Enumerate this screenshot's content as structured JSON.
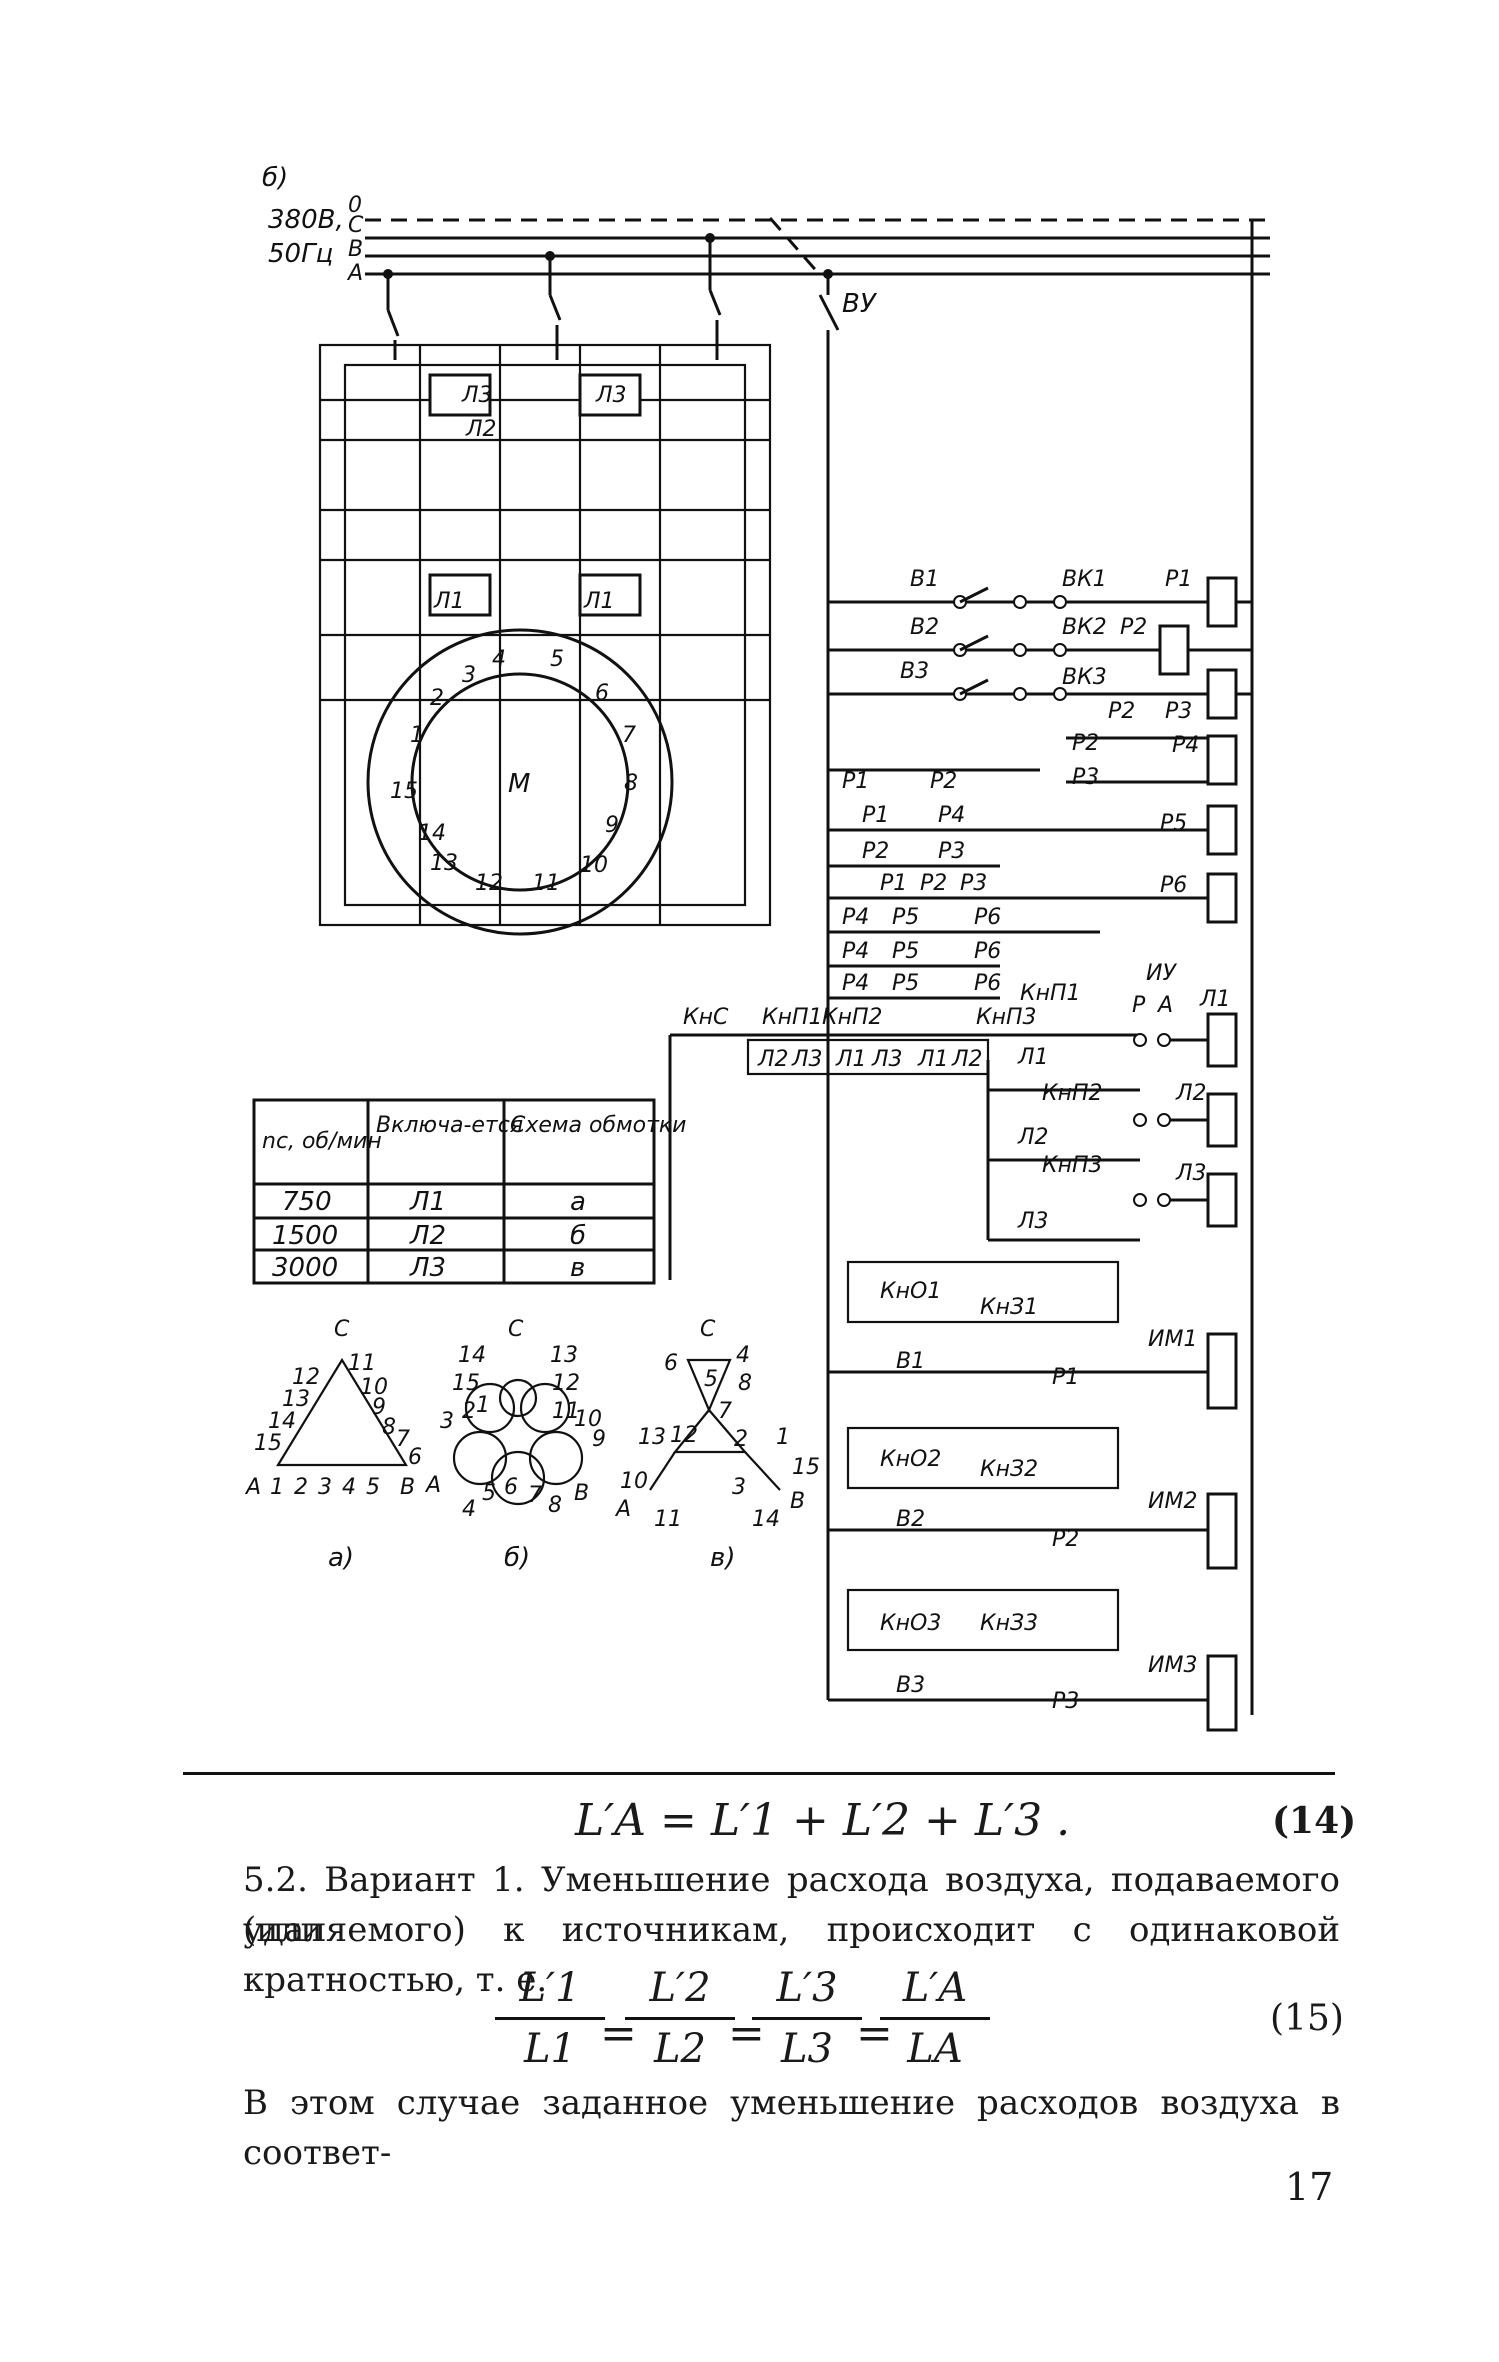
{
  "figure": {
    "panel_label": "б)",
    "supply": {
      "voltage": "380В,",
      "frequency": "50Гц",
      "phases": [
        "0",
        "С",
        "В",
        "А"
      ]
    },
    "main_switch": "ВУ",
    "motor": {
      "label": "М",
      "terminals": [
        "1",
        "2",
        "3",
        "4",
        "5",
        "6",
        "7",
        "8",
        "9",
        "10",
        "11",
        "12",
        "13",
        "14",
        "15"
      ]
    },
    "contactor_tags": [
      "Л1",
      "Л1",
      "Л2",
      "Л3",
      "Л3"
    ],
    "control_rows": [
      {
        "switch": "В1",
        "button": "ВК1",
        "relay": "Р1"
      },
      {
        "switch": "В2",
        "button": "ВК2",
        "relay": "Р2"
      },
      {
        "switch": "В3",
        "button": "ВК3",
        "relay": ""
      }
    ],
    "relays": [
      "Р1",
      "Р3",
      "Р4",
      "Р5",
      "Р6"
    ],
    "relay_contacts": [
      "Р2",
      "Р3",
      "Р4",
      "Р1",
      "Р2",
      "Р3",
      "Р2",
      "Р3",
      "Р1",
      "Р2",
      "Р3",
      "Р4",
      "Р5",
      "Р6",
      "Р4",
      "Р5",
      "Р6",
      "Р4",
      "Р5",
      "Р6"
    ],
    "buttons": [
      "КнС",
      "КнП1",
      "КнП2",
      "КнП3",
      "КнП1",
      "КнП2",
      "КнП3"
    ],
    "interlock_contacts": [
      "Л2",
      "Л3",
      "Л1",
      "Л3",
      "Л1",
      "Л2",
      "Л1",
      "Л2",
      "Л3"
    ],
    "selector": {
      "label": "ИУ",
      "positions": [
        "Р",
        "А"
      ]
    },
    "output_coils": [
      "Л1",
      "Л2",
      "Л3"
    ],
    "actuators": [
      {
        "coil": "ИМ1",
        "open_button": "КнО1",
        "close_button": "КнЗ1",
        "switch": "В1",
        "relay_contact": "Р1"
      },
      {
        "coil": "ИМ2",
        "open_button": "КнО2",
        "close_button": "КнЗ2",
        "switch": "В2",
        "relay_contact": "Р2"
      },
      {
        "coil": "ИМ3",
        "open_button": "КнО3",
        "close_button": "КнЗ3",
        "switch": "В3",
        "relay_contact": "Р3"
      }
    ],
    "table": {
      "headers": [
        "nс, об/мин",
        "Включа-ется",
        "Схема обмотки"
      ],
      "rows": [
        [
          "750",
          "Л1",
          "а"
        ],
        [
          "1500",
          "Л2",
          "б"
        ],
        [
          "3000",
          "Л3",
          "в"
        ]
      ]
    },
    "winding_schemes": [
      {
        "caption": "а)",
        "labels": [
          "С",
          "11",
          "10",
          "12",
          "9",
          "13",
          "8",
          "14",
          "7",
          "15",
          "6",
          "А",
          "1",
          "2",
          "3",
          "4",
          "5",
          "В"
        ]
      },
      {
        "caption": "б)",
        "labels": [
          "С",
          "14",
          "13",
          "15",
          "12",
          "2",
          "1",
          "11",
          "10",
          "3",
          "9",
          "А",
          "4",
          "5",
          "6",
          "7",
          "8",
          "В"
        ]
      },
      {
        "caption": "в)",
        "labels": [
          "С",
          "6",
          "5",
          "4",
          "8",
          "7",
          "13",
          "12",
          "2",
          "1",
          "10",
          "15",
          "А",
          "11",
          "3",
          "14",
          "В"
        ]
      }
    ]
  },
  "text": {
    "eq14": "L′A = L′1 + L′2 + L′3 .",
    "eq14_number": "(14)",
    "para1_line1": "5.2. Вариант 1. Уменьшение расхода воздуха, подаваемого (или",
    "para1_line2": "удаляемого) к источникам, происходит с одинаковой кратностью, т. е.",
    "eq15": {
      "fractions": [
        {
          "num": "L′1",
          "den": "L1"
        },
        {
          "num": "L′2",
          "den": "L2"
        },
        {
          "num": "L′3",
          "den": "L3"
        },
        {
          "num": "L′A",
          "den": "LA"
        }
      ],
      "sign": "="
    },
    "eq15_number": "(15)",
    "para2": "В этом случае заданное уменьшение расходов воздуха в соответ-",
    "page_number": "17"
  }
}
